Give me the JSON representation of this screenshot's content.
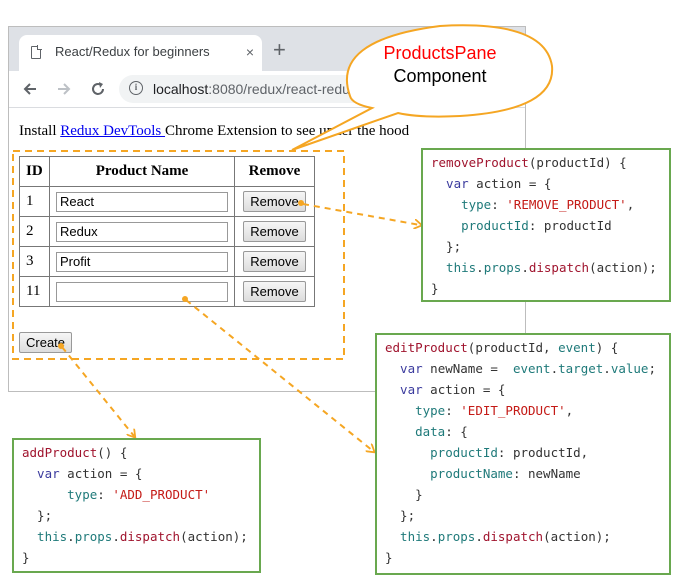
{
  "browser": {
    "tab_title": "React/Redux for beginners",
    "tab_close": "×",
    "new_tab": "+",
    "url_host": "localhost",
    "url_path": ":8080/redux/react-redu"
  },
  "page": {
    "install_prefix": "Install ",
    "install_link": "Redux DevTools ",
    "install_suffix": "Chrome Extension to see under the hood",
    "table_headers": [
      "ID",
      "Product Name",
      "Remove"
    ],
    "rows": [
      {
        "id": "1",
        "name": "React",
        "button": "Remove"
      },
      {
        "id": "2",
        "name": "Redux",
        "button": "Remove"
      },
      {
        "id": "3",
        "name": "Profit",
        "button": "Remove"
      },
      {
        "id": "11",
        "name": "",
        "button": "Remove"
      }
    ],
    "create_button": "Create"
  },
  "callout": {
    "title": "ProductsPane",
    "subtitle": "Component"
  },
  "colors": {
    "dashed_orange": "#f5a623",
    "box_green": "#69a84f",
    "bubble_border": "#f5a623"
  },
  "code_boxes": {
    "remove": [
      [
        [
          "fn",
          "removeProduct"
        ],
        [
          "pl",
          "(productId) {"
        ]
      ],
      [
        [
          "kw",
          "  var"
        ],
        [
          "pl",
          " action = {"
        ]
      ],
      [
        [
          "pr",
          "    type"
        ],
        [
          "pl",
          ": "
        ],
        [
          "str",
          "'REMOVE_PRODUCT'"
        ],
        [
          "pl",
          ","
        ]
      ],
      [
        [
          "pr",
          "    productId"
        ],
        [
          "pl",
          ": productId"
        ]
      ],
      [
        [
          "pl",
          "  };"
        ]
      ],
      [
        [
          "pr",
          "  this"
        ],
        [
          "pl",
          "."
        ],
        [
          "pr",
          "props"
        ],
        [
          "pl",
          "."
        ],
        [
          "fn",
          "dispatch"
        ],
        [
          "pl",
          "(action);"
        ]
      ],
      [
        [
          "pl",
          "}"
        ]
      ]
    ],
    "edit": [
      [
        [
          "fn",
          "editProduct"
        ],
        [
          "pl",
          "(productId, "
        ],
        [
          "pr",
          "event"
        ],
        [
          "pl",
          ") {"
        ]
      ],
      [
        [
          "kw",
          "  var"
        ],
        [
          "pl",
          " newName =  "
        ],
        [
          "pr",
          "event"
        ],
        [
          "pl",
          "."
        ],
        [
          "pr",
          "target"
        ],
        [
          "pl",
          "."
        ],
        [
          "pr",
          "value"
        ],
        [
          "pl",
          ";"
        ]
      ],
      [
        [
          "kw",
          "  var"
        ],
        [
          "pl",
          " action = {"
        ]
      ],
      [
        [
          "pr",
          "    type"
        ],
        [
          "pl",
          ": "
        ],
        [
          "str",
          "'EDIT_PRODUCT'"
        ],
        [
          "pl",
          ","
        ]
      ],
      [
        [
          "pr",
          "    data"
        ],
        [
          "pl",
          ": {"
        ]
      ],
      [
        [
          "pr",
          "      productId"
        ],
        [
          "pl",
          ": productId,"
        ]
      ],
      [
        [
          "pr",
          "      productName"
        ],
        [
          "pl",
          ": newName"
        ]
      ],
      [
        [
          "pl",
          "    }"
        ]
      ],
      [
        [
          "pl",
          "  };"
        ]
      ],
      [
        [
          "pr",
          "  this"
        ],
        [
          "pl",
          "."
        ],
        [
          "pr",
          "props"
        ],
        [
          "pl",
          "."
        ],
        [
          "fn",
          "dispatch"
        ],
        [
          "pl",
          "(action);"
        ]
      ],
      [
        [
          "pl",
          "}"
        ]
      ]
    ],
    "add": [
      [
        [
          "fn",
          "addProduct"
        ],
        [
          "pl",
          "() {"
        ]
      ],
      [
        [
          "kw",
          "  var"
        ],
        [
          "pl",
          " action = {"
        ]
      ],
      [
        [
          "pr",
          "      type"
        ],
        [
          "pl",
          ": "
        ],
        [
          "str",
          "'ADD_PRODUCT'"
        ]
      ],
      [
        [
          "pl",
          "  };"
        ]
      ],
      [
        [
          "pr",
          "  this"
        ],
        [
          "pl",
          "."
        ],
        [
          "pr",
          "props"
        ],
        [
          "pl",
          "."
        ],
        [
          "fn",
          "dispatch"
        ],
        [
          "pl",
          "(action);"
        ]
      ],
      [
        [
          "pl",
          "}"
        ]
      ]
    ]
  }
}
